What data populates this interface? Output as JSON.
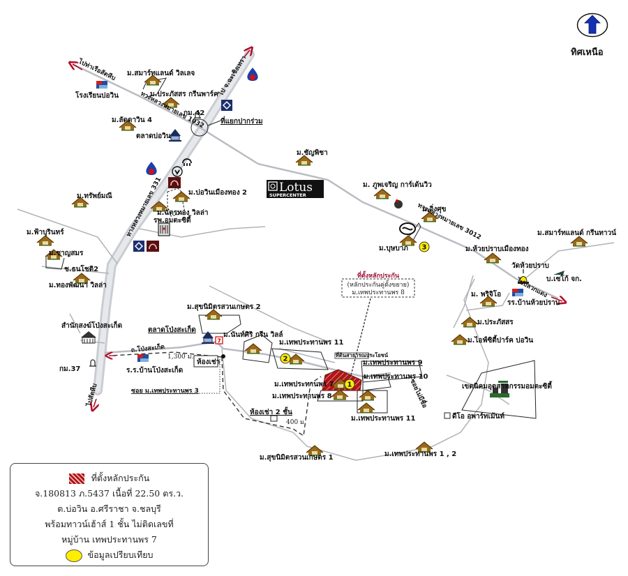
{
  "compass": {
    "label": "ทิศเหนือ",
    "icon": "north-arrow-icon"
  },
  "roads": {
    "hwy_331": "ทางหลวงหมายเลข 331",
    "hwy_1032": "ทางหลวงหมายเลข 1032",
    "hwy_3012": "ทางหลวงหมายเลข 3012",
    "to_sattahip_port": "ไปท่าเรือสัตหีบ",
    "to_chachoengsao": "ไป จ.ฉะเชิงเทรา",
    "to_sattahip": "ไปสัตหีบ",
    "to_pluak_daeng": "ไปปลวกแดง",
    "pong_sakhet_road": "ถ.โป่งสะเก็ด",
    "soi_thep_3": "ซอย ม.เทพประทานพร 3",
    "soi_no_name": "ซอยไม่มีชื่อ",
    "junction": "ที่แยกปากร่วม",
    "dist_1300": "1,300 ม.",
    "dist_400": "400 ม."
  },
  "landmarks": {
    "school_bowin": "โรงเรียนบ่อวิน",
    "market_bowin": "ตลาดบ่อวิน",
    "km42": "กม.42",
    "km37": "กม.37",
    "hospital": "รพ.อมตะซิตี้",
    "lotus_title": "Lotus",
    "lotus_sub": "SUPERCENTER",
    "temple": "วัดห้วยปราบ",
    "school_huaiprap": "รร.บ้านห้วยปราบ",
    "company": "บ.เซโก้ จก.",
    "pong_market": "ตลาดโป่งสะเก็ด",
    "monastery": "สำนักสงฆ์โป่งสะเก็ด",
    "pong_school": "ร.ร.บ้านโป่งสะเก็ด",
    "room_rent": "ห้องเช่า",
    "room_rent_2": "ห้องเช่า 2 ชั้น",
    "public_area": "ที่ดินสาธารณประโยชน์",
    "industrial": "เขตนิคมอุตสาหกรรมอมตะซิตี้",
    "apartment": "ดีโอ อพาร์ทเม้นท์"
  },
  "villages": [
    "ม.สมาร์ทแลนด์ วิลเลจ",
    "ม.ประภัสสร กรีนพาร์ค",
    "ม.ลัดดาวิน 4",
    "ม.ชัญพิชา",
    "ม.บ่อวินเมืองทอง 2",
    "ม.ฉัตรทอง วิลล่า",
    "ม.ทรัพย์มณี",
    "ม.ฟ้าบุรินทร์",
    "ม.ชาญสมร",
    "ช.ธนโชติ2",
    "ม.ทองพัฒนา วิลล่า",
    "ม. ภูพเจริญ การ์เด้นวิว",
    "ม.อิ่งศุข",
    "ม.บุษบาภ",
    "ม.ห้วยปราบเมืองทอง",
    "ม.สมาร์ทแลนด์ กรีนทาวน์",
    "ม. พริจิโอ",
    "ม.ประภัสสร",
    "ม.ไอฟ์ซิตี้ปาร์ค บ่อวิน",
    "ม.สุขนิมิตรสวนเกษตร 2",
    "ม.นันท์ศิริ กรีน วิลล์",
    "ม.เทพประทานพร 11",
    "ม.เทพประทานพร 9",
    "ม.เทพประทานพร 10",
    "ม.เทพประทานพร 7",
    "ม.เทพประทานพร 8",
    "ม.เทพประทานพร 11",
    "ม.สุขนิมิตรสวนเกษตร 1",
    "ม.เทพประทานพร 1 , 2"
  ],
  "subject": {
    "callout_line1": "ที่ตั้งหลักประกัน",
    "callout_line2": "(หลักประกันคู่ตั้งขยาย)",
    "callout_line3": "ม.เทพประทานพร 8",
    "marker_1": "1",
    "marker_2": "2",
    "marker_3": "3"
  },
  "legend": {
    "title": "ที่ตั้งหลักประกัน",
    "line1": "จ.180813 ภ.5437 เนื้อที่ 22.50 ตร.ว.",
    "line2": "ต.บ่อวิน อ.ศรีราชา จ.ชลบุรี",
    "line3": "พร้อมทาวน์เฮ้าส์ 1 ชั้น ไม่ติดเลขที่",
    "line4": "หมู่บ้าน เทพประทานพร 7",
    "compare": "ข้อมูลเปรียบเทียบ"
  },
  "colors": {
    "subject_fill": "#b01616",
    "marker_yellow": "#ffee00",
    "house_roof": "#9a6a1c",
    "road_grey": "#c9ccd2",
    "arrow_red": "#b0102a",
    "bank_blue": "#1c2f6e",
    "compass_blue": "#1530b0"
  }
}
